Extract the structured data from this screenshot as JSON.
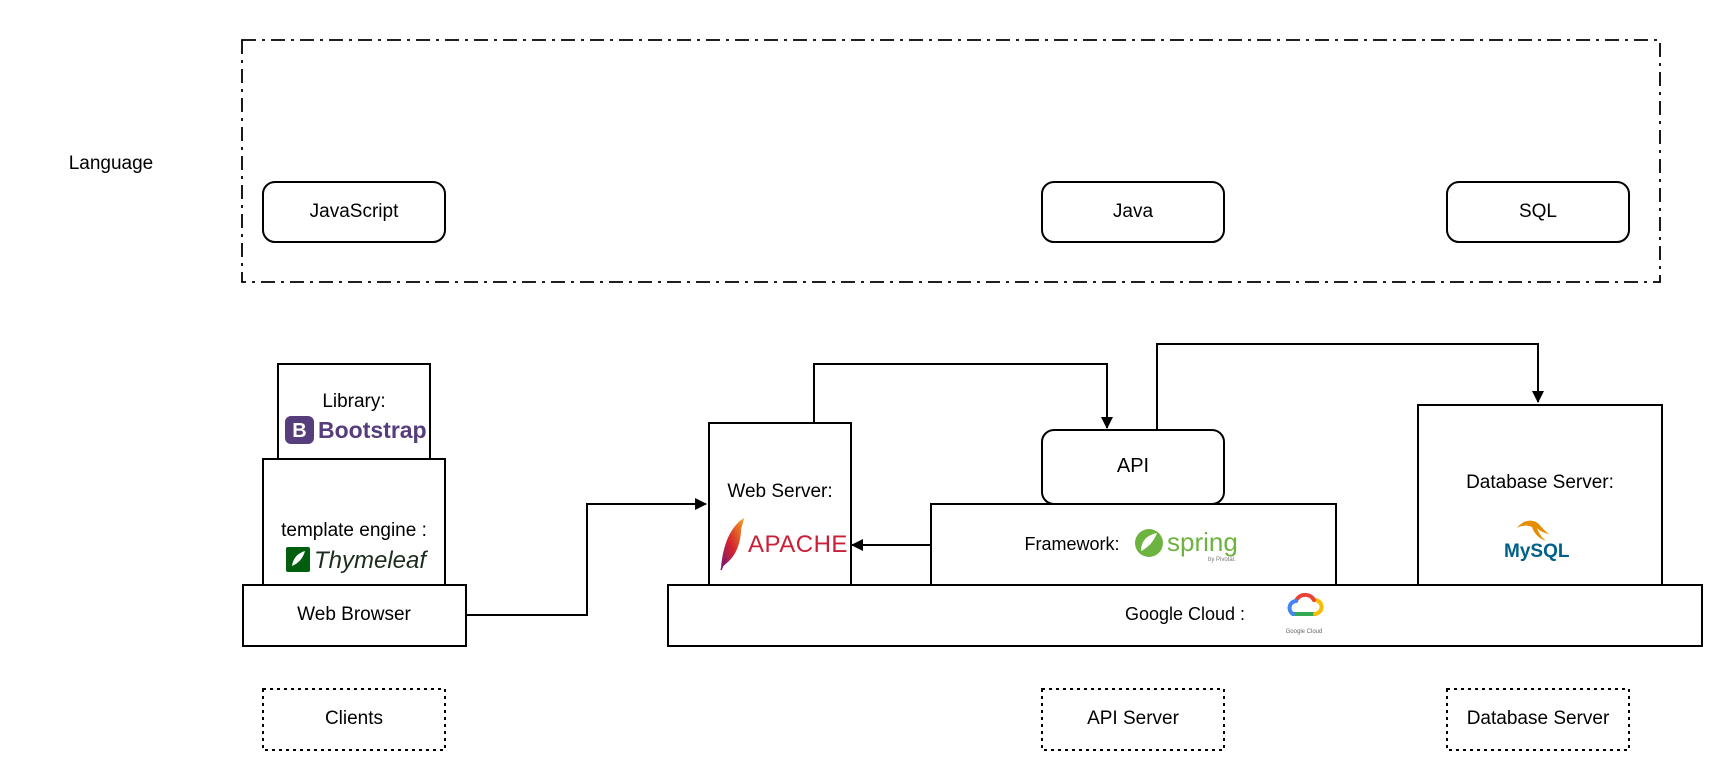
{
  "language": {
    "label": "Language",
    "items": [
      "JavaScript",
      "Java",
      "SQL"
    ]
  },
  "clients": {
    "library_label": "Library:",
    "bootstrap_logo_text": "Bootstrap",
    "bootstrap_mark": "B",
    "template_label": "template engine :",
    "thymeleaf_logo_text": "Thymeleaf",
    "browser_label": "Web Browser",
    "group_label": "Clients"
  },
  "api_server": {
    "web_server_label": "Web Server:",
    "apache_logo_text": "APACHE",
    "api_label": "API",
    "framework_label": "Framework:",
    "spring_logo_text": "spring",
    "spring_sub_text": "by Pivotal.",
    "cloud_label": "Google Cloud :",
    "cloud_logo_text": "Google Cloud",
    "group_label": "API Server"
  },
  "database": {
    "server_label": "Database Server:",
    "mysql_logo_text": "MySQL",
    "group_label": "Database Server"
  },
  "colors": {
    "bootstrap": "#563d7c",
    "thymeleaf": "#005f0f",
    "apache": "#c92037",
    "spring": "#6db33f",
    "mysql_blue": "#00618a",
    "mysql_orange": "#e48e00",
    "gc_blue": "#4285f4",
    "gc_red": "#ea4335",
    "gc_yellow": "#fbbc04",
    "gc_green": "#34a853"
  }
}
